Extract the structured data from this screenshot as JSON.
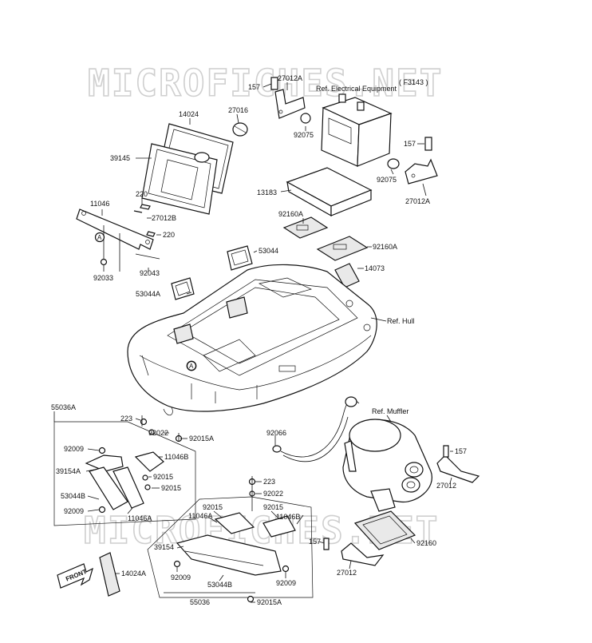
{
  "diagram_code": "( F3143 )",
  "watermark": "MICROFICHES.NET",
  "front_label": "FRONT",
  "labels": [
    {
      "id": "l157a",
      "text": "157"
    },
    {
      "id": "l27012A_a",
      "text": "27012A"
    },
    {
      "id": "lrefelec",
      "text": "Ref. Electrical Equipment"
    },
    {
      "id": "l14024",
      "text": "14024"
    },
    {
      "id": "l27016",
      "text": "27016"
    },
    {
      "id": "l92075a",
      "text": "92075"
    },
    {
      "id": "l39145",
      "text": "39145"
    },
    {
      "id": "l157b",
      "text": "157"
    },
    {
      "id": "l92075b",
      "text": "92075"
    },
    {
      "id": "l27012A_b",
      "text": "27012A"
    },
    {
      "id": "l13183",
      "text": "13183"
    },
    {
      "id": "l11046",
      "text": "11046"
    },
    {
      "id": "l220a",
      "text": "220"
    },
    {
      "id": "l27012B",
      "text": "27012B"
    },
    {
      "id": "l220b",
      "text": "220"
    },
    {
      "id": "l92160A_a",
      "text": "92160A"
    },
    {
      "id": "l92160A_b",
      "text": "92160A"
    },
    {
      "id": "l53044",
      "text": "53044"
    },
    {
      "id": "l92043",
      "text": "92043"
    },
    {
      "id": "l92033",
      "text": "92033"
    },
    {
      "id": "l14073",
      "text": "14073"
    },
    {
      "id": "l53044A",
      "text": "53044A"
    },
    {
      "id": "lrefhull",
      "text": "Ref. Hull"
    },
    {
      "id": "l55036A",
      "text": "55036A"
    },
    {
      "id": "l223a",
      "text": "223"
    },
    {
      "id": "l92022a",
      "text": "92022"
    },
    {
      "id": "l92015A_a",
      "text": "92015A"
    },
    {
      "id": "lrefmuffler",
      "text": "Ref. Muffler"
    },
    {
      "id": "l92066",
      "text": "92066"
    },
    {
      "id": "l92009a",
      "text": "92009"
    },
    {
      "id": "l11046B_a",
      "text": "11046B"
    },
    {
      "id": "l39154A",
      "text": "39154A"
    },
    {
      "id": "l92015a",
      "text": "92015"
    },
    {
      "id": "l92015b",
      "text": "92015"
    },
    {
      "id": "l53044B_a",
      "text": "53044B"
    },
    {
      "id": "l92009b",
      "text": "92009"
    },
    {
      "id": "l11046A_a",
      "text": "11046A"
    },
    {
      "id": "l157c",
      "text": "157"
    },
    {
      "id": "l27012a",
      "text": "27012"
    },
    {
      "id": "l223b",
      "text": "223"
    },
    {
      "id": "l92022b",
      "text": "92022"
    },
    {
      "id": "l92015c",
      "text": "92015"
    },
    {
      "id": "l92015d",
      "text": "92015"
    },
    {
      "id": "l11046A_b",
      "text": "11046A"
    },
    {
      "id": "l11046B_b",
      "text": "11046B"
    },
    {
      "id": "l39154",
      "text": "39154"
    },
    {
      "id": "l157d",
      "text": "157"
    },
    {
      "id": "l92160",
      "text": "92160"
    },
    {
      "id": "l27012b",
      "text": "27012"
    },
    {
      "id": "l14024A",
      "text": "14024A"
    },
    {
      "id": "l92009c",
      "text": "92009"
    },
    {
      "id": "l53044B_b",
      "text": "53044B"
    },
    {
      "id": "l92009d",
      "text": "92009"
    },
    {
      "id": "l55036",
      "text": "55036"
    },
    {
      "id": "l92015A_b",
      "text": "92015A"
    }
  ],
  "circle_refs": [
    "A",
    "A"
  ]
}
